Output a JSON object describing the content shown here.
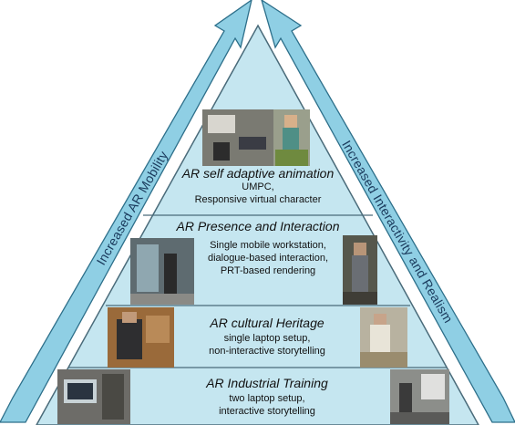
{
  "axes": {
    "left_label": "Increased AR Mobility",
    "right_label": "Increased Interactivity and Realism"
  },
  "levels": [
    {
      "title": "AR self adaptive animation",
      "lines": [
        "UMPC,",
        "Responsive virtual character"
      ]
    },
    {
      "title": "AR Presence and Interaction",
      "lines": [
        "Single mobile workstation,",
        "dialogue-based interaction,",
        "PRT-based rendering"
      ]
    },
    {
      "title": "AR cultural Heritage",
      "lines": [
        "single laptop setup,",
        "non-interactive storytelling"
      ]
    },
    {
      "title": "AR Industrial Training",
      "lines": [
        "two laptop setup,",
        "interactive storytelling"
      ]
    }
  ],
  "colors": {
    "pyramid_fill": "#c5e6f0",
    "pyramid_stroke": "#4a6b7a",
    "arrow_fill": "#8fcfe4",
    "arrow_stroke": "#2d6f8a"
  },
  "photos": [
    {
      "name": "umpc-device-photo"
    },
    {
      "name": "virtual-character-photo"
    },
    {
      "name": "mobile-workstation-photo"
    },
    {
      "name": "virtual-figure-photo"
    },
    {
      "name": "heritage-user-photo"
    },
    {
      "name": "heritage-character-photo"
    },
    {
      "name": "laptop-setup-photo"
    },
    {
      "name": "industrial-scene-photo"
    }
  ]
}
